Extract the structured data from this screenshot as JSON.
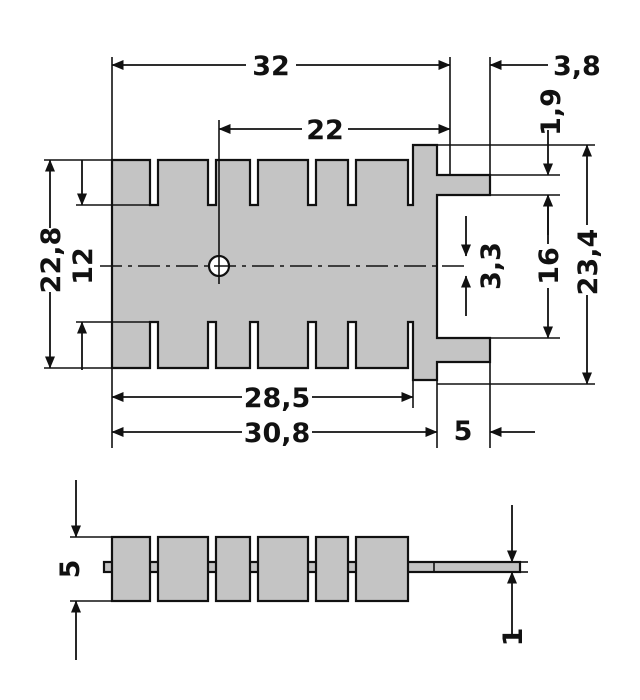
{
  "top_view": {
    "dimensions": {
      "overall_length": "32",
      "hole_offset": "22",
      "tab_thickness": "3,8",
      "slot_gap": "1,9",
      "height_outer": "22,8",
      "fin_span": "12",
      "hole_dia": "3,3",
      "tab_window": "16",
      "tab_height": "23,4",
      "body_length": "28,5",
      "base_length": "30,8",
      "tab_width": "5"
    }
  },
  "side_view": {
    "dimensions": {
      "height": "5",
      "tab_thickness": "1"
    }
  }
}
